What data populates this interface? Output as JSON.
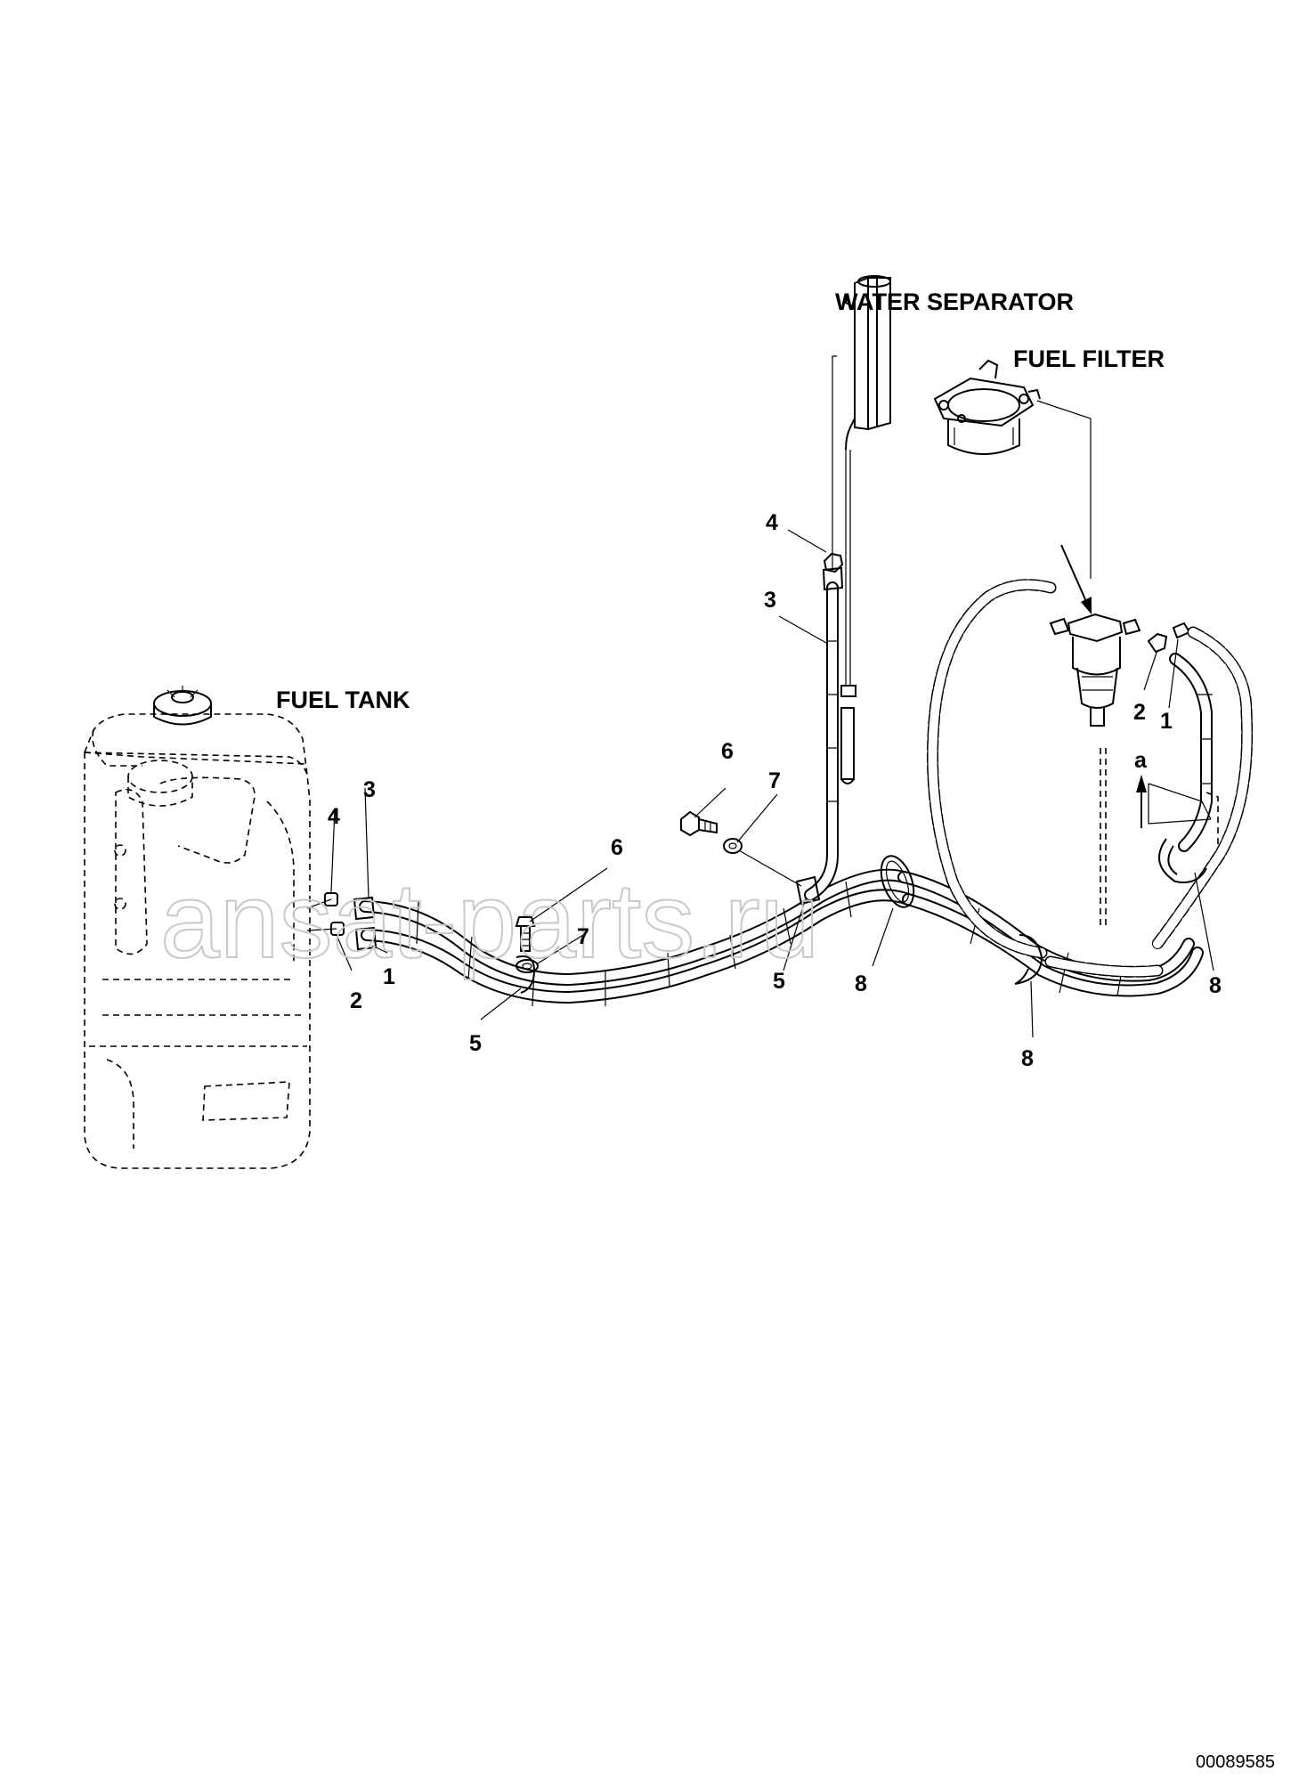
{
  "labels": {
    "fuel_tank": "FUEL TANK",
    "fuel_filter": "FUEL FILTER",
    "water_separator": "WATER SEPARATOR",
    "view_arrow": "a"
  },
  "callouts": {
    "tank_1": "1",
    "tank_2": "2",
    "tank_3": "3",
    "tank_4": "4",
    "clamp_5_left": "5",
    "bolt_6_left": "6",
    "washer_7_left": "7",
    "bolt_6_mid": "6",
    "washer_7_mid": "7",
    "clamp_5_mid": "5",
    "riser_3": "3",
    "riser_4": "4",
    "sep_1": "1",
    "sep_2": "2",
    "band_8_left": "8",
    "band_8_mid": "8",
    "band_8_right": "8"
  },
  "watermark": "ansat-parts.ru",
  "document_id": "00089585"
}
